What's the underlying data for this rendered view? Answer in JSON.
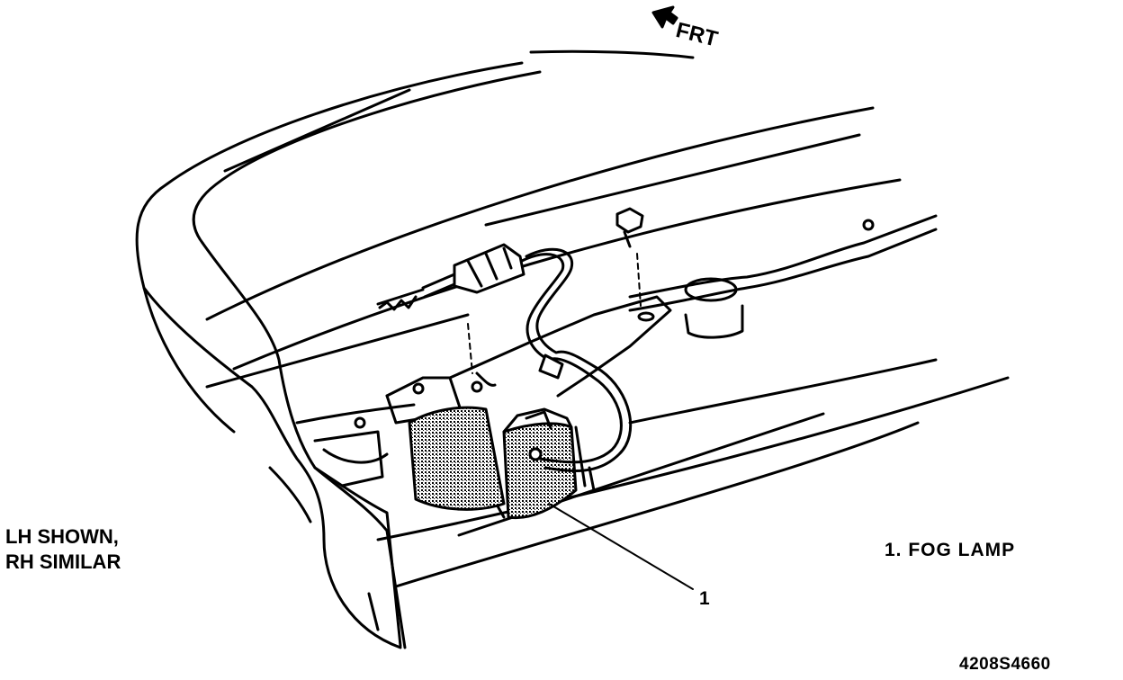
{
  "direction_label": "FRT",
  "callout_number": "1",
  "note": {
    "line1": "LH SHOWN,",
    "line2": "RH SIMILAR"
  },
  "legend": {
    "item1": "1.  FOG LAMP"
  },
  "figure_number": "4208S4660"
}
